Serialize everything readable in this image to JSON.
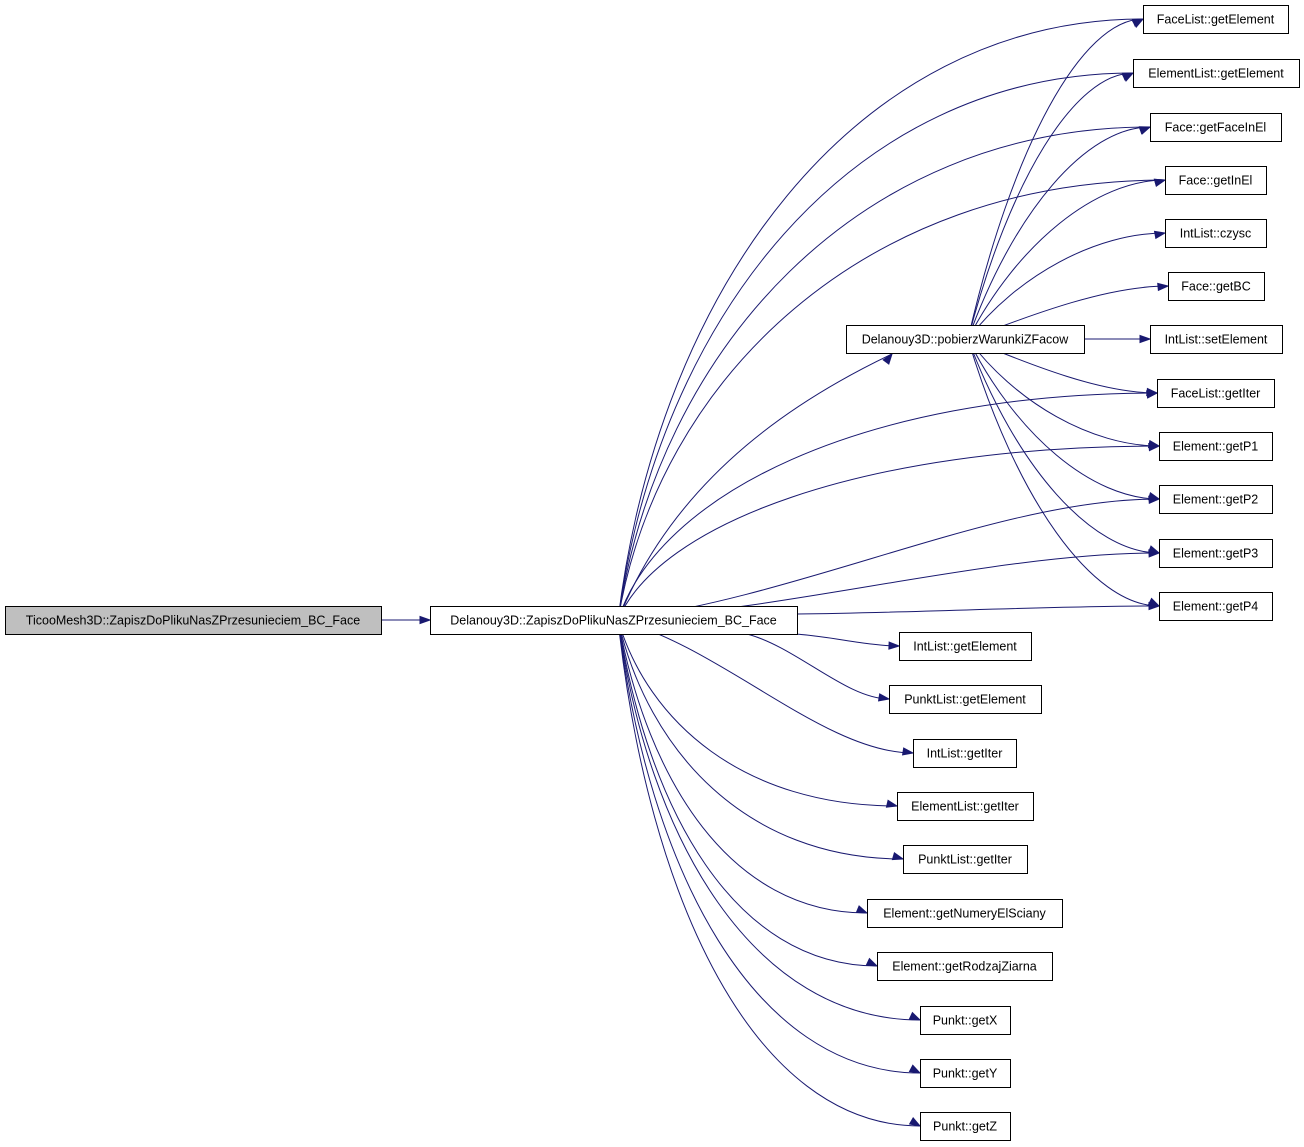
{
  "diagram": {
    "type": "call-graph",
    "colors": {
      "edge": "#191970",
      "root_fill": "#bfbfbf",
      "node_fill": "#ffffff",
      "node_border": "#000000"
    },
    "nodes": [
      {
        "id": "root",
        "label": "TicooMesh3D::ZapiszDoPlikuNasZPrzesunieciem_BC_Face",
        "root": true
      },
      {
        "id": "main",
        "label": "Delanouy3D::ZapiszDoPlikuNasZPrzesunieciem_BC_Face"
      },
      {
        "id": "pob",
        "label": "Delanouy3D::pobierzWarunkiZFacow"
      },
      {
        "id": "faceListGetElement",
        "label": "FaceList::getElement"
      },
      {
        "id": "elementListGetElement",
        "label": "ElementList::getElement"
      },
      {
        "id": "faceGetFaceInEl",
        "label": "Face::getFaceInEl"
      },
      {
        "id": "faceGetInEl",
        "label": "Face::getInEl"
      },
      {
        "id": "intListCzysc",
        "label": "IntList::czysc"
      },
      {
        "id": "faceGetBC",
        "label": "Face::getBC"
      },
      {
        "id": "intListSetElement",
        "label": "IntList::setElement"
      },
      {
        "id": "faceListGetIter",
        "label": "FaceList::getIter"
      },
      {
        "id": "elementGetP1",
        "label": "Element::getP1"
      },
      {
        "id": "elementGetP2",
        "label": "Element::getP2"
      },
      {
        "id": "elementGetP3",
        "label": "Element::getP3"
      },
      {
        "id": "elementGetP4",
        "label": "Element::getP4"
      },
      {
        "id": "intListGetElement",
        "label": "IntList::getElement"
      },
      {
        "id": "punktListGetElement",
        "label": "PunktList::getElement"
      },
      {
        "id": "intListGetIter",
        "label": "IntList::getIter"
      },
      {
        "id": "elementListGetIter",
        "label": "ElementList::getIter"
      },
      {
        "id": "punktListGetIter",
        "label": "PunktList::getIter"
      },
      {
        "id": "elementGetNumeryElSciany",
        "label": "Element::getNumeryElSciany"
      },
      {
        "id": "elementGetRodzajZiarna",
        "label": "Element::getRodzajZiarna"
      },
      {
        "id": "punktGetX",
        "label": "Punkt::getX"
      },
      {
        "id": "punktGetY",
        "label": "Punkt::getY"
      },
      {
        "id": "punktGetZ",
        "label": "Punkt::getZ"
      }
    ],
    "edges": [
      {
        "from": "root",
        "to": "main"
      },
      {
        "from": "main",
        "to": "pob"
      },
      {
        "from": "main",
        "to": "faceListGetElement"
      },
      {
        "from": "main",
        "to": "elementListGetElement"
      },
      {
        "from": "main",
        "to": "faceGetFaceInEl"
      },
      {
        "from": "main",
        "to": "faceGetInEl"
      },
      {
        "from": "main",
        "to": "faceListGetIter"
      },
      {
        "from": "main",
        "to": "elementGetP1"
      },
      {
        "from": "main",
        "to": "elementGetP2"
      },
      {
        "from": "main",
        "to": "elementGetP3"
      },
      {
        "from": "main",
        "to": "elementGetP4"
      },
      {
        "from": "main",
        "to": "intListGetElement"
      },
      {
        "from": "main",
        "to": "punktListGetElement"
      },
      {
        "from": "main",
        "to": "intListGetIter"
      },
      {
        "from": "main",
        "to": "elementListGetIter"
      },
      {
        "from": "main",
        "to": "punktListGetIter"
      },
      {
        "from": "main",
        "to": "elementGetNumeryElSciany"
      },
      {
        "from": "main",
        "to": "elementGetRodzajZiarna"
      },
      {
        "from": "main",
        "to": "punktGetX"
      },
      {
        "from": "main",
        "to": "punktGetY"
      },
      {
        "from": "main",
        "to": "punktGetZ"
      },
      {
        "from": "pob",
        "to": "faceListGetElement"
      },
      {
        "from": "pob",
        "to": "elementListGetElement"
      },
      {
        "from": "pob",
        "to": "faceGetFaceInEl"
      },
      {
        "from": "pob",
        "to": "faceGetInEl"
      },
      {
        "from": "pob",
        "to": "intListCzysc"
      },
      {
        "from": "pob",
        "to": "faceGetBC"
      },
      {
        "from": "pob",
        "to": "intListSetElement"
      },
      {
        "from": "pob",
        "to": "faceListGetIter"
      },
      {
        "from": "pob",
        "to": "elementGetP1"
      },
      {
        "from": "pob",
        "to": "elementGetP2"
      },
      {
        "from": "pob",
        "to": "elementGetP3"
      },
      {
        "from": "pob",
        "to": "elementGetP4"
      }
    ]
  }
}
